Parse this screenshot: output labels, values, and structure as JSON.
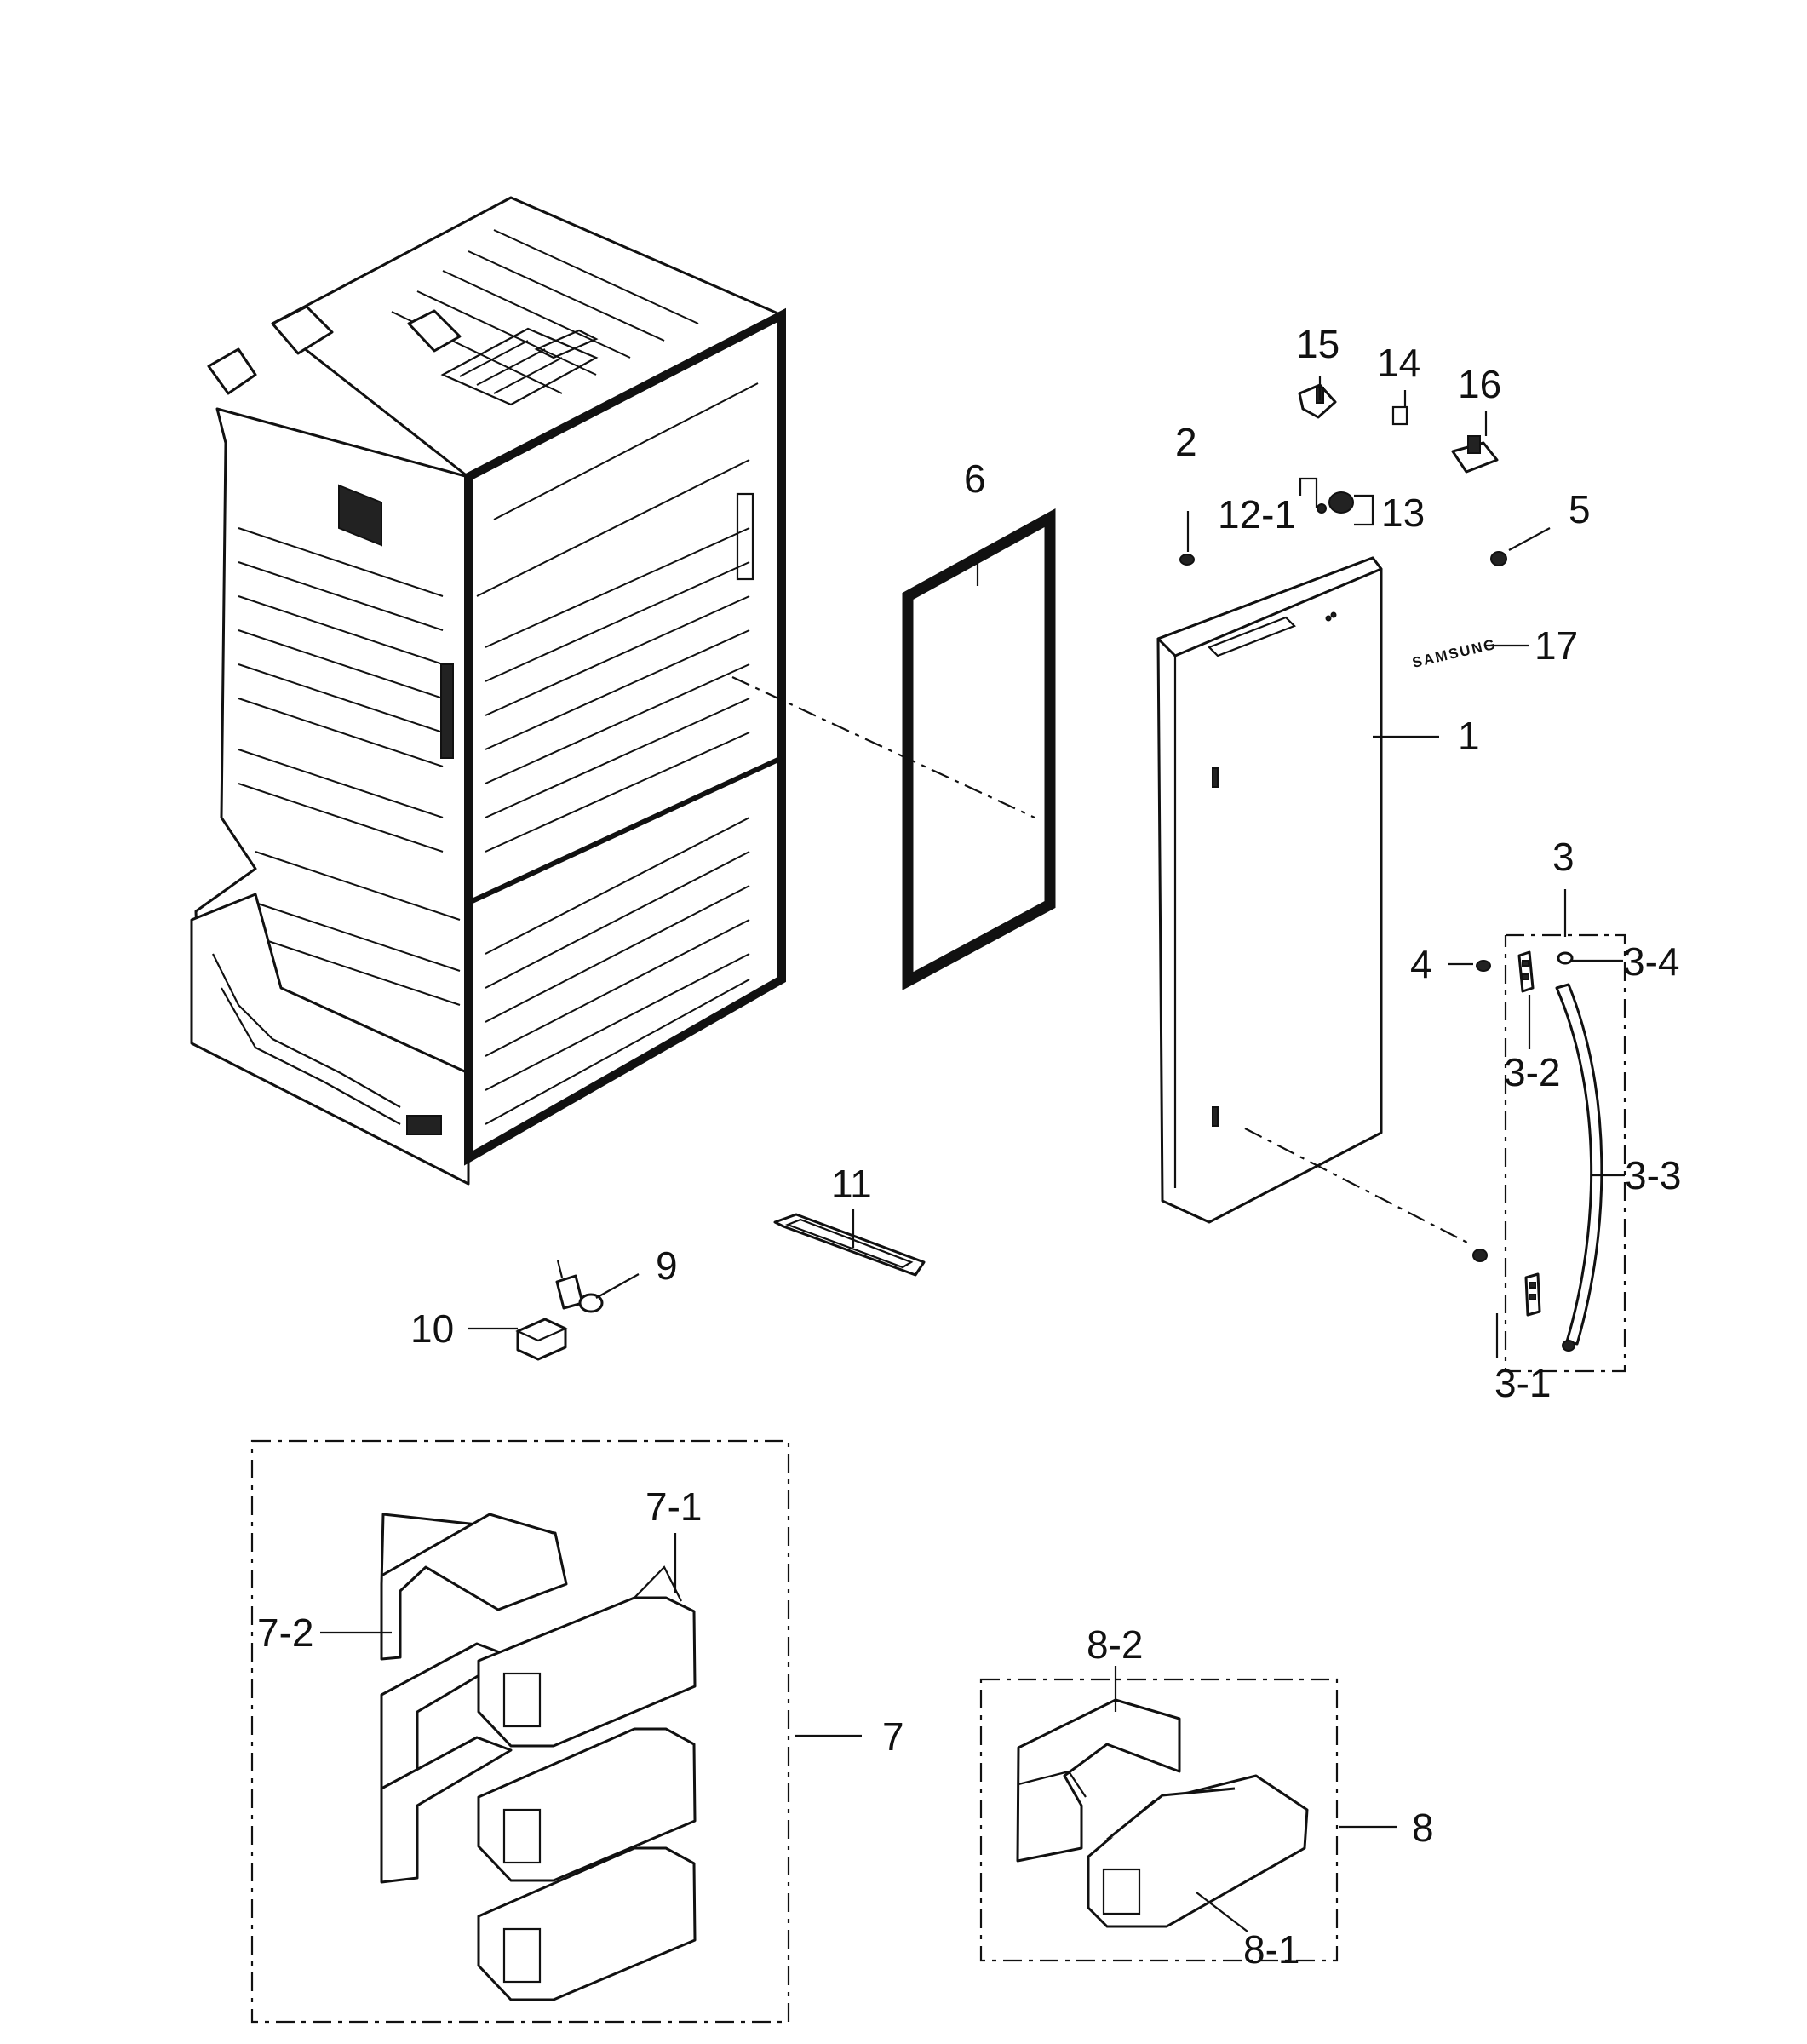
{
  "diagram": {
    "labels": {
      "l1": "1",
      "l2": "2",
      "l3": "3",
      "l3_1": "3-1",
      "l3_2": "3-2",
      "l3_3": "3-3",
      "l3_4": "3-4",
      "l4": "4",
      "l5": "5",
      "l6": "6",
      "l7": "7",
      "l7_1": "7-1",
      "l7_2": "7-2",
      "l8": "8",
      "l8_1": "8-1",
      "l8_2": "8-2",
      "l9": "9",
      "l10": "10",
      "l11": "11",
      "l12_1": "12-1",
      "l13": "13",
      "l14": "14",
      "l15": "15",
      "l16": "16",
      "l17": "17"
    },
    "brand_logo_text": "SAMSUNG",
    "line_color": "#111111",
    "background_color": "#ffffff"
  }
}
